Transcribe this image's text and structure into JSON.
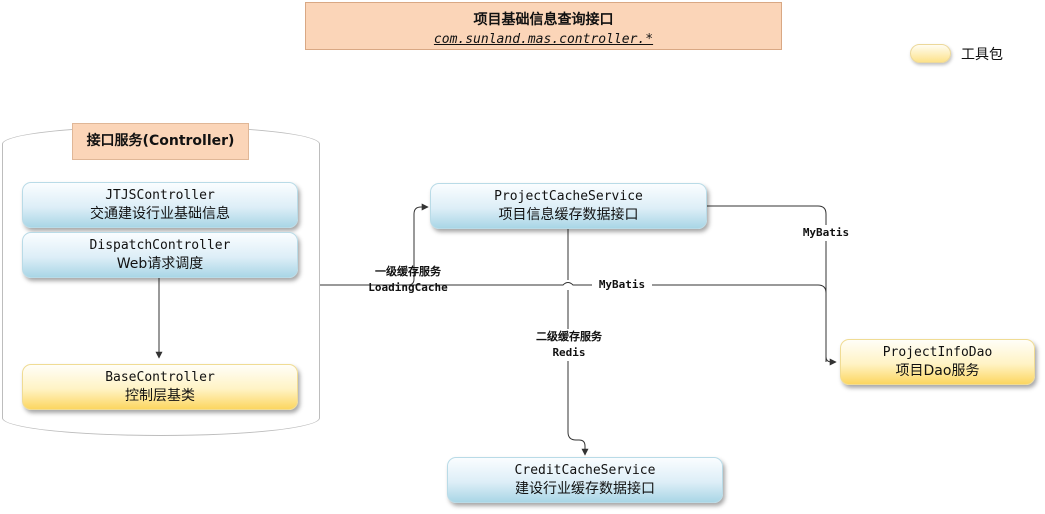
{
  "title": {
    "main": "项目基础信息查询接口",
    "sub": "com.sunland.mas.controller.*"
  },
  "legend": {
    "label": "工具包",
    "color": "#fde28a"
  },
  "container": {
    "label": "接口服务(Controller)"
  },
  "nodes": {
    "jtjs": {
      "name": "JTJSController",
      "desc": "交通建设行业基础信息"
    },
    "dispatch": {
      "name": "DispatchController",
      "desc": "Web请求调度"
    },
    "base": {
      "name": "BaseController",
      "desc": "控制层基类"
    },
    "project_cache": {
      "name": "ProjectCacheService",
      "desc": "项目信息缓存数据接口"
    },
    "project_info_dao": {
      "name": "ProjectInfoDao",
      "desc": "项目Dao服务"
    },
    "credit_cache": {
      "name": "CreditCacheService",
      "desc": "建设行业缓存数据接口"
    }
  },
  "edges": {
    "first_cache": {
      "line1": "一级缓存服务",
      "line2": "LoadingCache"
    },
    "second_cache": {
      "line1": "二级缓存服务",
      "line2": "Redis"
    },
    "mybatis_top": {
      "label": "MyBatis"
    },
    "mybatis_mid": {
      "label": "MyBatis"
    }
  },
  "colors": {
    "title_fill": "#fbd5b8",
    "service_fill": "#a9d6e6",
    "tool_fill": "#fcd661",
    "edge": "#333333"
  }
}
